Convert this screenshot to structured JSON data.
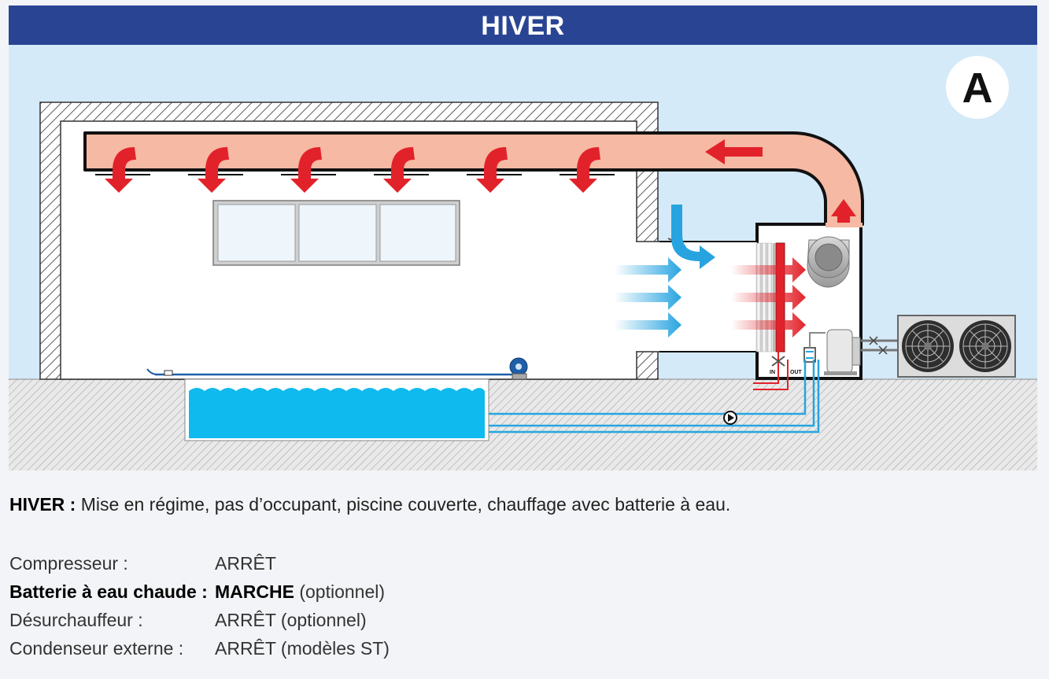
{
  "header": {
    "title": "HIVER"
  },
  "diagram": {
    "mode_letter": "A",
    "inlet_label": "IN",
    "outlet_label": "OUT"
  },
  "caption": {
    "label": "HIVER :",
    "text": " Mise en régime, pas d’occupant, piscine couverte, chauffage avec batterie à eau."
  },
  "status": [
    {
      "label": "Compresseur :",
      "value": "ARRÊT",
      "extra": ""
    },
    {
      "label": "Batterie à eau chaude :",
      "value": "MARCHE",
      "extra": " (optionnel)"
    },
    {
      "label": "Désurchauffeur :",
      "value": "ARRÊT",
      "extra": " (optionnel)"
    },
    {
      "label": "Condenseur externe :",
      "value": "ARRÊT",
      "extra": " (modèles ST)"
    }
  ],
  "colors": {
    "header_bg": "#2a4494",
    "sky": "#d5eaf8",
    "duct_fill": "#f6b9a3",
    "hot_arrow": "#e2222a",
    "cold_arrow": "#27a4e0",
    "pool_water": "#0fbaee"
  }
}
